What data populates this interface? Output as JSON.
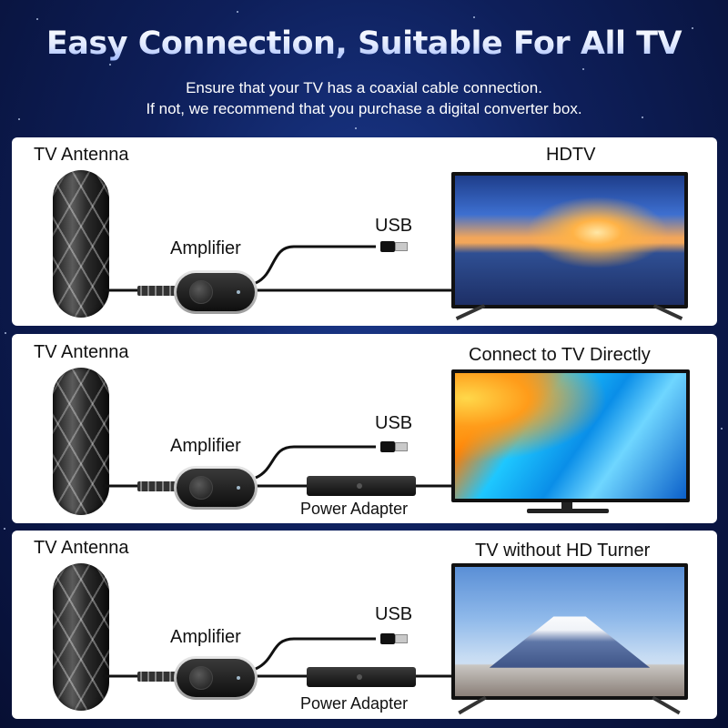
{
  "headline": "Easy Connection, Suitable For All TV",
  "subtitle_line1": "Ensure that your TV has a coaxial cable connection.",
  "subtitle_line2": "If not, we recommend that you purchase a digital converter box.",
  "panels": [
    {
      "antenna_label": "TV Antenna",
      "amplifier_label": "Amplifier",
      "usb_label": "USB",
      "tv_label": "HDTV"
    },
    {
      "antenna_label": "TV Antenna",
      "amplifier_label": "Amplifier",
      "usb_label": "USB",
      "adapter_label": "Power Adapter",
      "tv_label": "Connect to TV Directly"
    },
    {
      "antenna_label": "TV Antenna",
      "amplifier_label": "Amplifier",
      "usb_label": "USB",
      "adapter_label": "Power Adapter",
      "tv_label": "TV without HD Turner"
    }
  ]
}
